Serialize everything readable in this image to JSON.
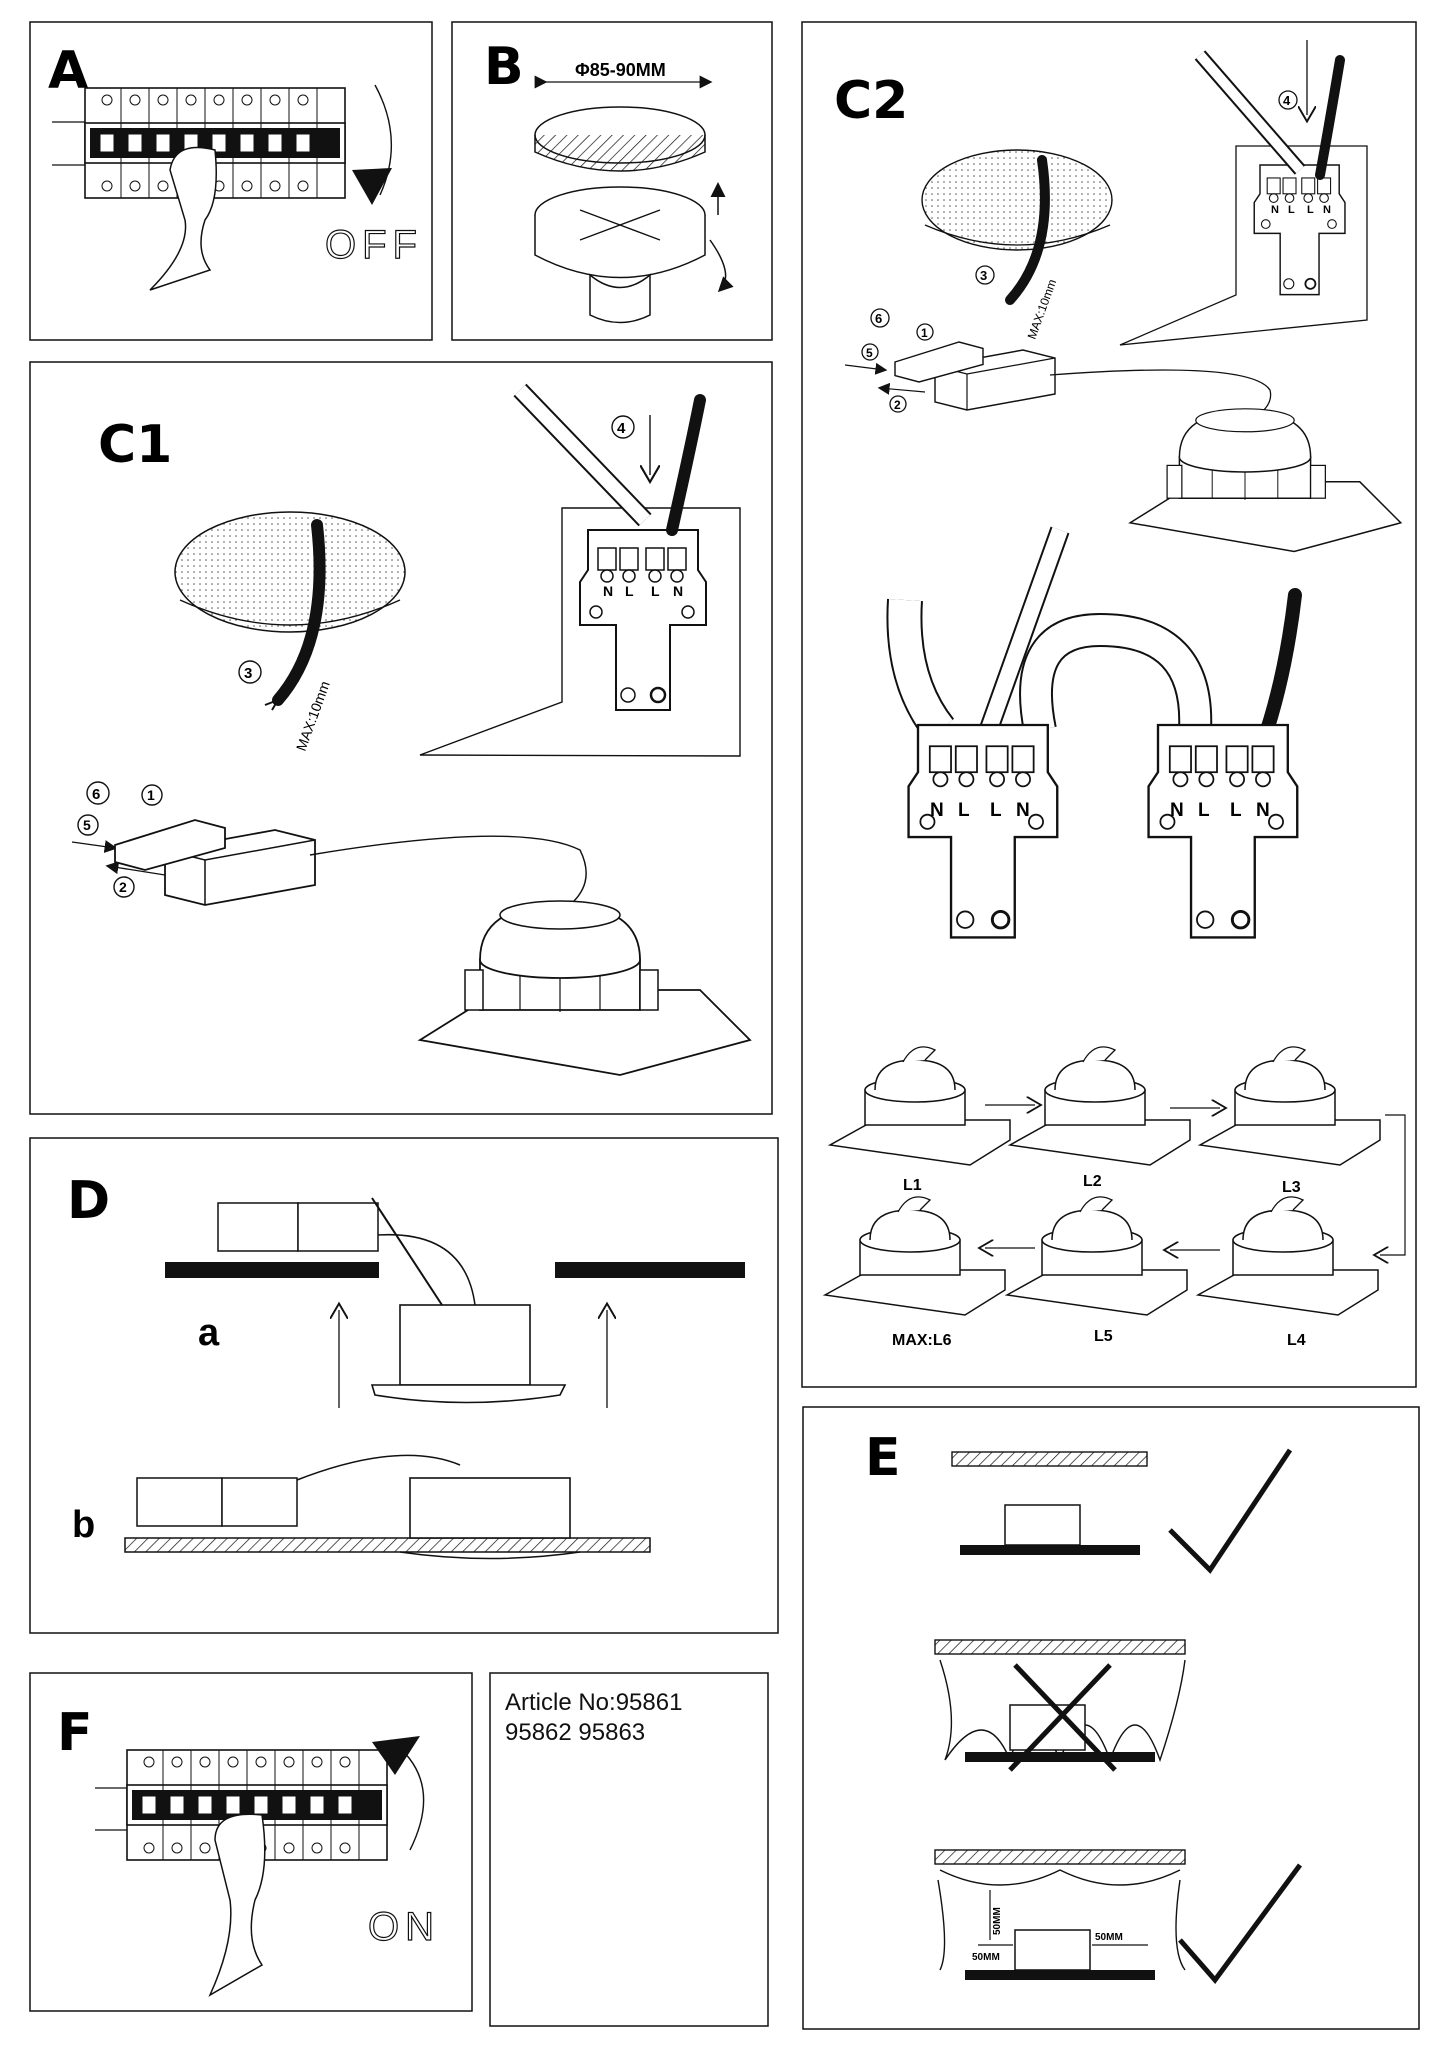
{
  "panels": {
    "A": {
      "letter": "A",
      "state_label": "OFF"
    },
    "B": {
      "letter": "B",
      "hole_diameter": "Φ85-90MM"
    },
    "C1": {
      "letter": "C1",
      "steps": [
        "4",
        "3",
        "6",
        "1",
        "5",
        "2"
      ],
      "strip_length": "MAX:10mm",
      "terminals": [
        "N",
        "L",
        "L",
        "N"
      ]
    },
    "C2": {
      "letter": "C2",
      "steps": [
        "4",
        "3",
        "6",
        "1",
        "5",
        "2"
      ],
      "strip_length": "MAX:10mm",
      "terminals": [
        "N",
        "L",
        "L",
        "N"
      ],
      "chain_terminals": [
        "N",
        "L",
        "L",
        "N",
        "N",
        "L",
        "L",
        "N"
      ],
      "lights": [
        "L1",
        "L2",
        "L3",
        "MAX:L6",
        "L5",
        "L4"
      ]
    },
    "D": {
      "letter": "D",
      "sub_a": "a",
      "sub_b": "b"
    },
    "E": {
      "letter": "E",
      "clearance_side": "50MM",
      "clearance_right": "50MM",
      "clearance_top": "50MM"
    },
    "F": {
      "letter": "F",
      "state_label": "ON"
    }
  },
  "article": {
    "line1": "Article No:95861",
    "line2": "95862 95863"
  },
  "colors": {
    "line": "#111111",
    "background": "#ffffff"
  }
}
